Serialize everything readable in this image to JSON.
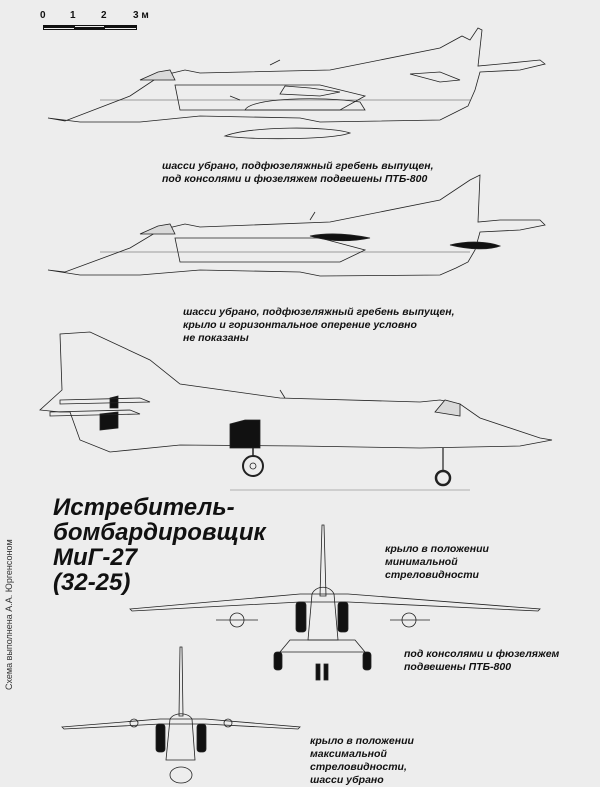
{
  "scale_bar": {
    "labels": [
      "0",
      "1",
      "2",
      "3 м"
    ],
    "unit": "м"
  },
  "title": {
    "lines": [
      "Истребитель-",
      "бомбардировщик",
      "МиГ-27",
      "(32-25)"
    ]
  },
  "credit": "Схема выполнена А.А. Юргенсоном",
  "views": [
    {
      "id": "side-view-1",
      "caption": [
        "шасси убрано, подфюзеляжный гребень выпущен,",
        "под консолями и фюзеляжем подвешены ПТБ-800"
      ]
    },
    {
      "id": "side-view-2",
      "caption": [
        "шасси убрано, подфюзеляжный гребень выпущен,",
        "крыло и горизонтальное оперение условно",
        "не показаны"
      ]
    },
    {
      "id": "side-view-3-gear-down",
      "caption": []
    },
    {
      "id": "front-view-min-sweep",
      "caption": [
        "крыло в положении",
        "минимальной",
        "стреловидности"
      ],
      "caption2": [
        "под консолями и фюзеляжем",
        "подвешены ПТБ-800"
      ]
    },
    {
      "id": "front-view-max-sweep",
      "caption": [
        "крыло в положении",
        "максимальной",
        "стреловидности,",
        "шасси убрано"
      ]
    }
  ],
  "colors": {
    "background": "#ededed",
    "line": "#222222",
    "fill_dark": "#111111"
  }
}
